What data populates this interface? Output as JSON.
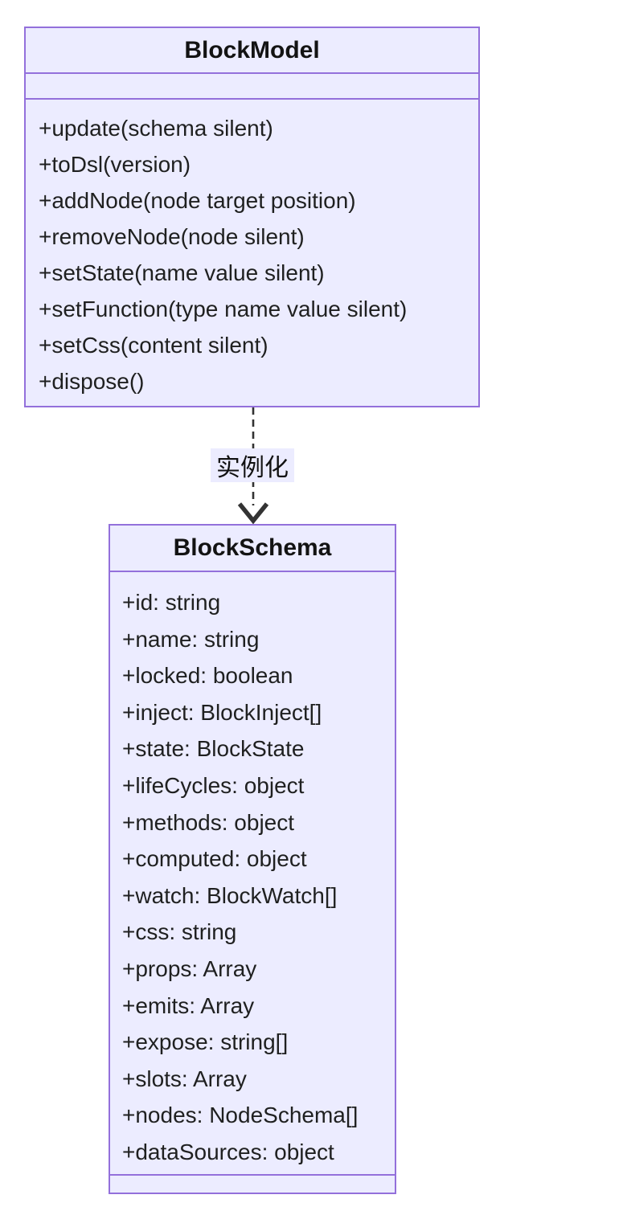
{
  "diagram": {
    "type": "uml-class-diagram",
    "classes": [
      {
        "name": "BlockModel",
        "attributes": [],
        "methods": [
          "+update(schema silent)",
          "+toDsl(version)",
          "+addNode(node target position)",
          "+removeNode(node silent)",
          "+setState(name value silent)",
          "+setFunction(type name value silent)",
          "+setCss(content silent)",
          "+dispose()"
        ]
      },
      {
        "name": "BlockSchema",
        "attributes": [
          "+id: string",
          "+name: string",
          "+locked: boolean",
          "+inject: BlockInject[]",
          "+state: BlockState",
          "+lifeCycles: object",
          "+methods: object",
          "+computed: object",
          "+watch: BlockWatch[]",
          "+css: string",
          "+props: Array",
          "+emits: Array",
          "+expose: string[]",
          "+slots: Array",
          "+nodes: NodeSchema[]",
          "+dataSources: object"
        ],
        "methods": []
      }
    ],
    "edges": [
      {
        "from": "BlockModel",
        "to": "BlockSchema",
        "label": "实例化",
        "line_style": "dashed",
        "arrowhead": "open-v"
      }
    ],
    "colors": {
      "node_fill": "#ECECFF",
      "node_border": "#9370DB",
      "member_text": "#1f2020",
      "edge_stroke": "#333333",
      "label_bg": "#ECECFF"
    }
  }
}
